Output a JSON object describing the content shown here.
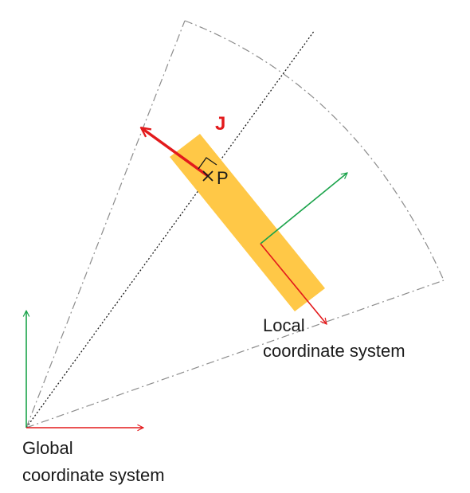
{
  "labels": {
    "current": "J",
    "point": "P",
    "local_line1": "Local",
    "local_line2": "coordinate system",
    "global_line1": "Global",
    "global_line2": "coordinate system"
  },
  "colors": {
    "x_axis": "#e31a1c",
    "y_axis": "#1aa34a",
    "bar": "#ffc847",
    "sector": "#8c8c8c",
    "radial_line": "#1a1a1a"
  }
}
